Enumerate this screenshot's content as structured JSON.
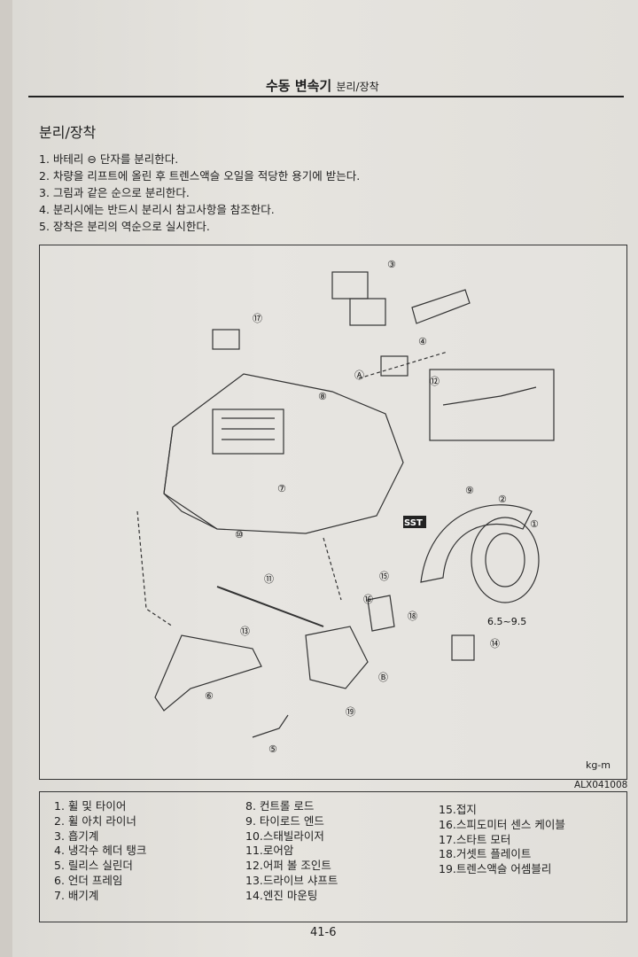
{
  "header": {
    "title": "수동 변속기",
    "subtitle": "분리/장착"
  },
  "section_title": "분리/장착",
  "steps": [
    "1. 바테리 ⊖ 단자를 분리한다.",
    "2. 차량을 리프트에 올린 후 트렌스액슬 오일을 적당한 용기에 받는다.",
    "3. 그림과 같은 순으로 분리한다.",
    "4. 분리시에는 반드시 분리시 참고사항을 참조한다.",
    "5. 장착은 분리의 역순으로 실시한다."
  ],
  "diagram": {
    "callouts": [
      "①",
      "②",
      "③",
      "④",
      "⑤",
      "⑥",
      "⑦",
      "⑧",
      "⑨",
      "⑩",
      "⑪",
      "⑫",
      "⑬",
      "⑭",
      "⑮",
      "⑯",
      "⑰",
      "⑱",
      "⑲",
      "Ⓐ",
      "Ⓑ"
    ],
    "sst_label": "SST",
    "torque_label": "6.5~9.5",
    "unit": "kg-m",
    "code": "ALX041008"
  },
  "legend": {
    "col1": [
      "1. 휠 및 타이어",
      "2. 휠 아치 라이너",
      "3. 흡기계",
      "4. 냉각수 헤더 탱크",
      "5. 릴리스 실린더",
      "6. 언더 프레임",
      "7. 배기계"
    ],
    "col2": [
      "8. 컨트롤 로드",
      "9. 타이로드 엔드",
      "10.스태빌라이저",
      "11.로어암",
      "12.어퍼 볼 조인트",
      "13.드라이브 샤프트",
      "14.엔진 마운팅"
    ],
    "col3": [
      "15.접지",
      "16.스피도미터 센스 케이블",
      "17.스타트 모터",
      "18.거셋트 플레이트",
      "19.트렌스액슬 어셈블리"
    ]
  },
  "page_number": "41-6"
}
